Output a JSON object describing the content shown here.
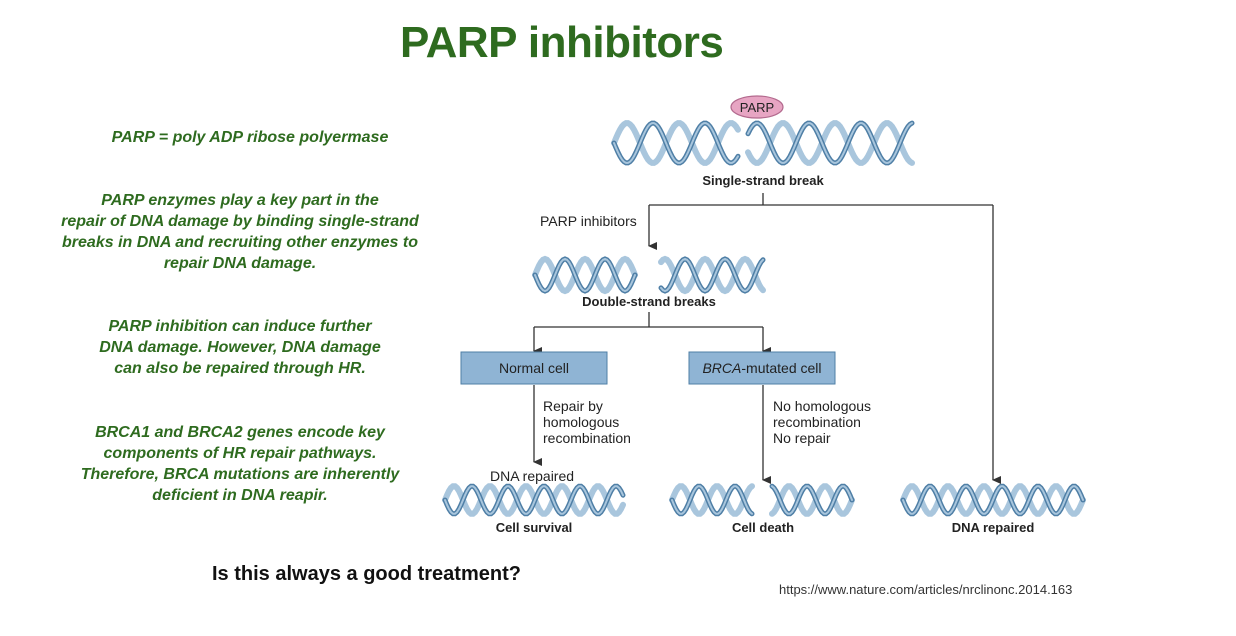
{
  "title": "PARP inhibitors",
  "left_text": {
    "definition": "PARP = poly ADP ribose polyermase",
    "p1": [
      "PARP enzymes play a key part in the",
      "repair of DNA damage by binding single-strand",
      "breaks in DNA and recruiting other enzymes to",
      "repair DNA damage."
    ],
    "p2": [
      "PARP inhibition can induce further",
      "DNA damage. However, DNA damage",
      "can also be repaired through HR."
    ],
    "p3": [
      "BRCA1 and BRCA2 genes encode key",
      "components of HR repair pathways.",
      "Therefore, BRCA mutations are inherently",
      "deficient in DNA reapir."
    ]
  },
  "question": "Is this always a good treatment?",
  "source": "https://www.nature.com/articles/nrclinonc.2014.163",
  "diagram": {
    "parp_label": "PARP",
    "single_strand_break": "Single-strand break",
    "parp_inhibitors": "PARP inhibitors",
    "double_strand_breaks": "Double-strand breaks",
    "normal_cell": "Normal cell",
    "brca_italic": "BRCA",
    "brca_rest": "-mutated cell",
    "repair_lines": [
      "Repair by",
      "homologous",
      "recombination"
    ],
    "no_repair_lines": [
      "No homologous",
      "recombination",
      "No repair"
    ],
    "dna_repaired_top": "DNA repaired",
    "cell_survival": "Cell survival",
    "cell_death": "Cell death",
    "dna_repaired": "DNA repaired"
  },
  "colors": {
    "green_text": "#2e6b1f",
    "helix_dark": "#4f7fa6",
    "helix_light": "#a9c6dd",
    "box_fill": "#8fb4d4",
    "parp_fill": "#e7a5c3"
  }
}
